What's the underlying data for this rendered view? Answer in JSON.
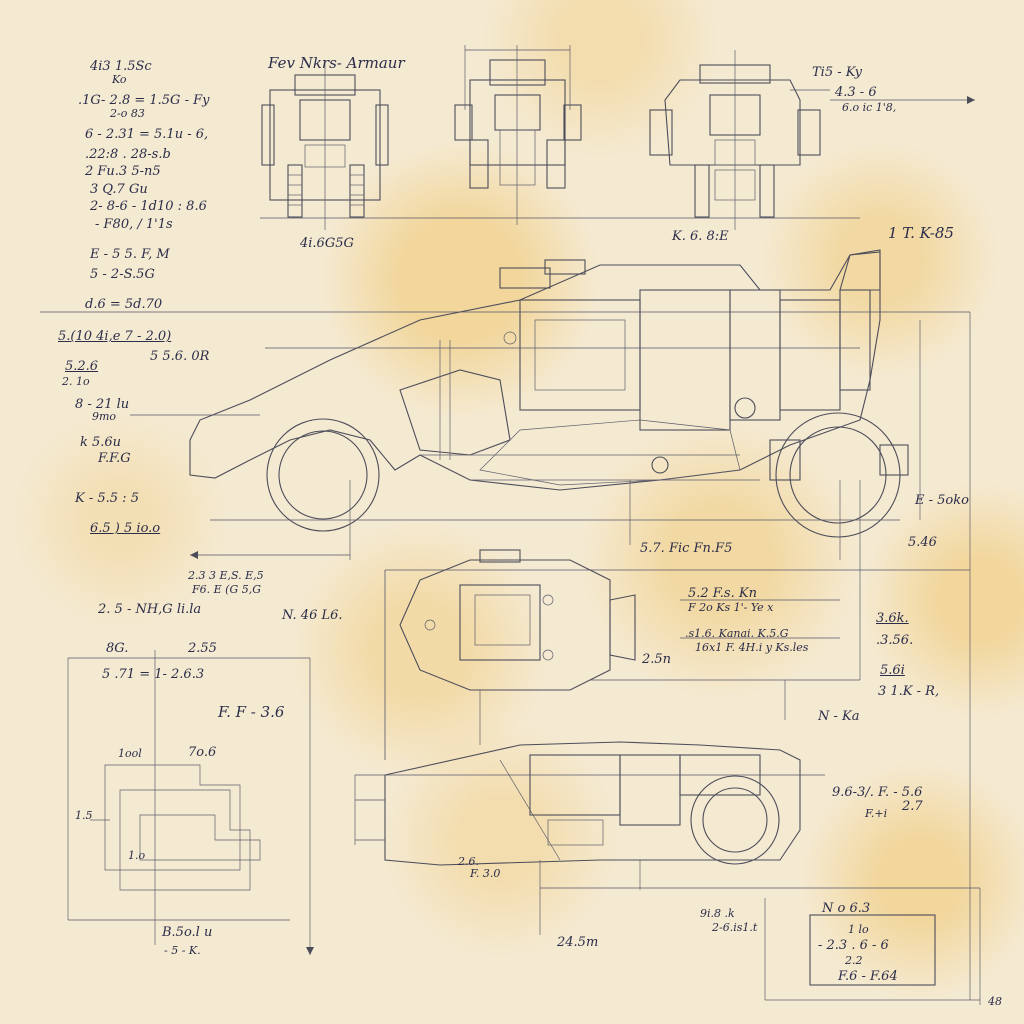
{
  "title": "Fev Nkrs- Armaur",
  "sheet_number": "48",
  "notes": {
    "n01": "4i3 1.5Sc",
    "n02": "Ko",
    "n03": ".1G- 2.8 = 1.5G - Fy",
    "n04": "2-o  83",
    "n05": "6 - 2.31 = 5.1u - 6,",
    "n06": ".22:8 .  28-s.b",
    "n07": "2 Fu.3  5-n5",
    "n08": "3 Q.7 Gu",
    "n09": "2- 8-6 - 1d10 : 8.6",
    "n10": "- F80, / 1'1s",
    "n11": "E - 5 5. F, M",
    "n12": "5 - 2-S.5G",
    "n13": "d.6 = 5d.70",
    "n14": "5.(10 4i,e  7 - 2.0)",
    "n15": "5 5.6. 0R",
    "n16": "5.2.6",
    "n17": "2.  1o",
    "n18": "8 - 21 lu",
    "n19": "9mo",
    "n20": "k  5.6u",
    "n21": "F.F.G",
    "n22": "K - 5.5 : 5",
    "n23": "6.5 ) 5 io.o",
    "n24": "4i.6G5G",
    "n25": "K. 6. 8:E",
    "n26": "1 T. K-85",
    "n27": "Ti5 - Ky",
    "n28": "4.3 - 6",
    "n29": "6.o ic 1'8,",
    "n30": "5.7. Fic Fn.F5",
    "n31": "E - 5oko",
    "n32": "5.46",
    "n33": "2.3 3  E,S. E,5",
    "n34": "F6. E  (G  5,G",
    "n35": "2. 5 -  NH,G  li.la",
    "n36": "N. 46  L6.",
    "n37": "5.2      F.s. Kn",
    "n38": "F 2o  Ks    1'- Ye x",
    "n39": "2.5n",
    "n40": ".s1.6. Kanai.  K.5.G",
    "n41": "16x1  F. 4H.i   y Ks.les",
    "n42": "3.6k.",
    "n43": ".3.56.",
    "n44": "5.6i",
    "n45": "3 1.K - R,",
    "n46": "N - Ka",
    "n47": "9.6-3/. F. -  5.6",
    "n48": "2.7",
    "n49": "F.+i",
    "n50": "8G.",
    "n51": "2.55",
    "n52": "5 .71 = 1- 2.6.3",
    "n53": "F. F - 3.6",
    "n54": "1ool",
    "n55": "7o.6",
    "n56": "1.5",
    "n57": "1.o",
    "n58": "2.6.",
    "n59": "F. 3.0",
    "n60": "B.5o.l  u",
    "n61": "- 5 - K.",
    "n62": "24.5m",
    "n63": "9i.8 .k",
    "n64": "2-6.is1.t",
    "n65": "N o 6.3",
    "n66": "1 lo",
    "n67": "- 2.3 . 6 - 6",
    "n68": "2.2",
    "n69": "F.6 - F.64"
  }
}
